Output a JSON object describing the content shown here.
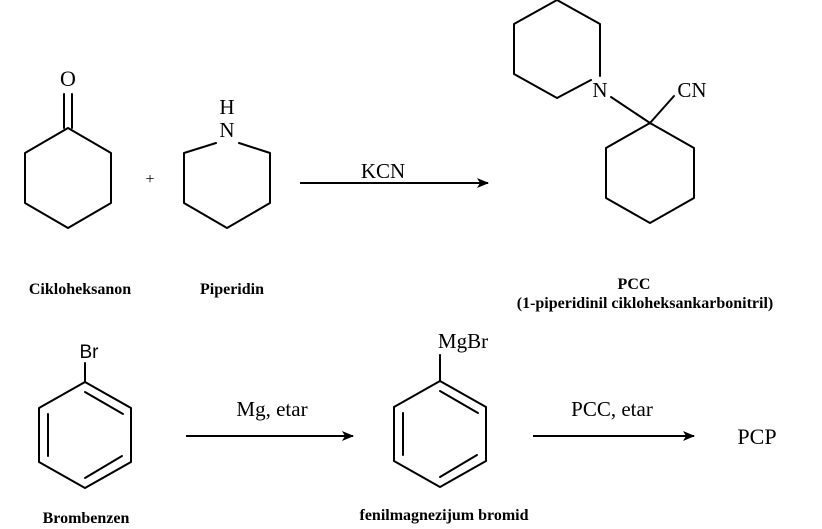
{
  "reaction1": {
    "reactant1": {
      "atom_label": "O",
      "name": "Cikloheksanon"
    },
    "plus": "+",
    "reactant2": {
      "atom_label_h": "H",
      "atom_label_n": "N",
      "name": "Piperidin"
    },
    "reagent": "KCN",
    "product": {
      "atom_label_n": "N",
      "group_label": "CN",
      "name": "PCC",
      "full_name": "(1-piperidinil cikloheksankarbonitril)"
    }
  },
  "reaction2": {
    "reactant": {
      "substituent": "Br",
      "name": "Brombenzen"
    },
    "reagent1": "Mg, etar",
    "intermediate": {
      "substituent": "MgBr",
      "name": "fenilmagnezijum bromid"
    },
    "reagent2": "PCC, etar",
    "product": "PCP"
  }
}
